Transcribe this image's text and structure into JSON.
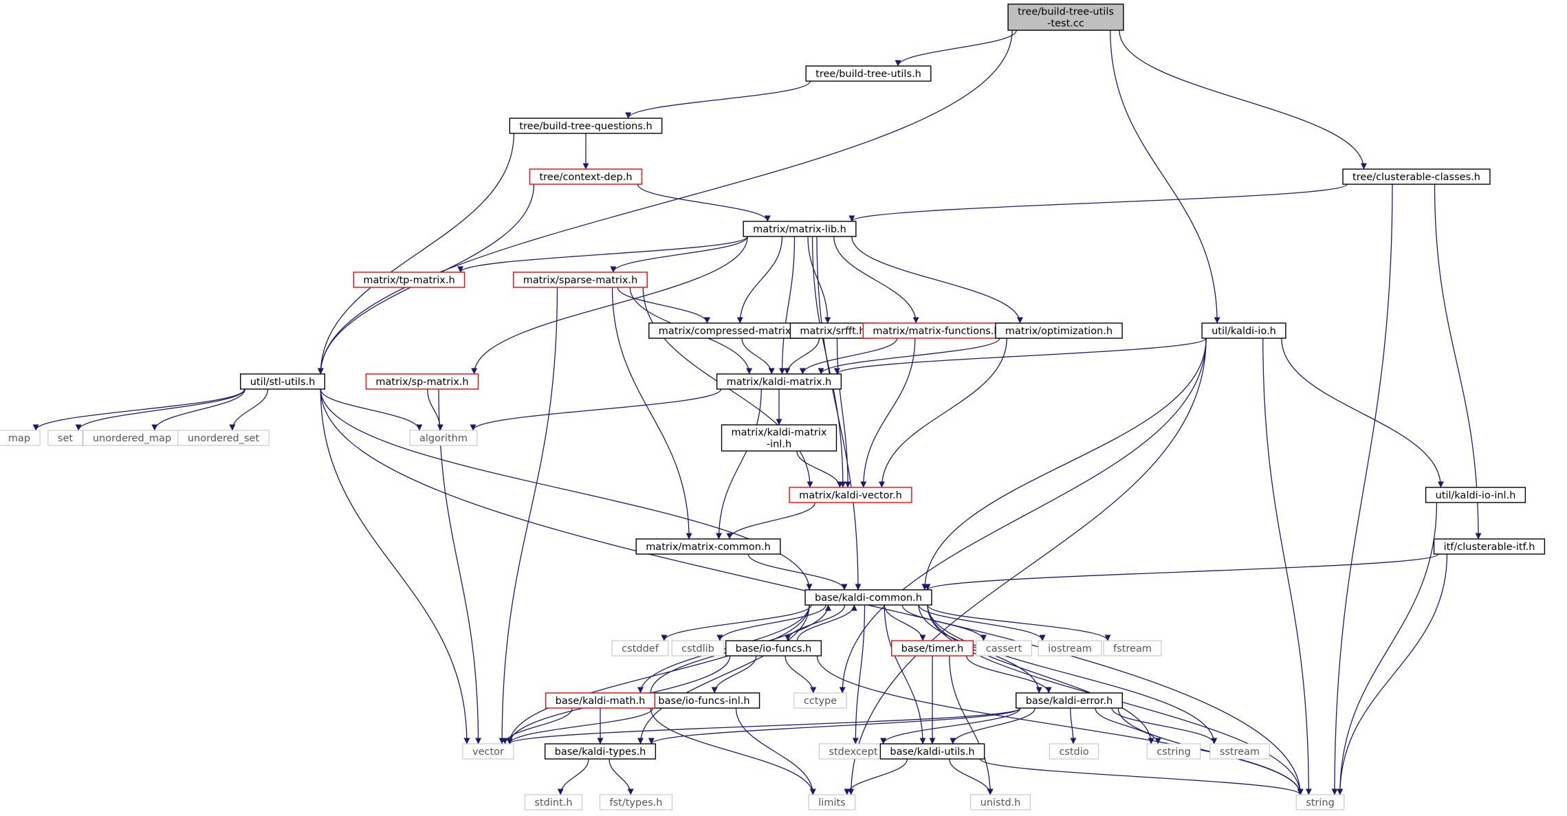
{
  "graph_title": "tree/build-tree-utils-test.cc",
  "colors": {
    "edge": "#191970",
    "node_border_normal": "#000000",
    "node_border_truncated": "#ff0000",
    "node_border_system": "#bfbfbf",
    "node_fill_root": "#bfbfbf",
    "node_fill": "#ffffff",
    "label_normal": "#000000",
    "label_system": "#555555"
  },
  "nodes": [
    {
      "id": "root",
      "lines": [
        "tree/build-tree-utils",
        "-test.cc"
      ],
      "kind": "root"
    },
    {
      "id": "build_tree_utils",
      "lines": [
        "tree/build-tree-utils.h"
      ],
      "kind": "normal"
    },
    {
      "id": "build_tree_questions",
      "lines": [
        "tree/build-tree-questions.h"
      ],
      "kind": "normal"
    },
    {
      "id": "context_dep",
      "lines": [
        "tree/context-dep.h"
      ],
      "kind": "truncated"
    },
    {
      "id": "clusterable_classes",
      "lines": [
        "tree/clusterable-classes.h"
      ],
      "kind": "normal"
    },
    {
      "id": "matrix_lib",
      "lines": [
        "matrix/matrix-lib.h"
      ],
      "kind": "normal"
    },
    {
      "id": "tp_matrix",
      "lines": [
        "matrix/tp-matrix.h"
      ],
      "kind": "truncated"
    },
    {
      "id": "sparse_matrix",
      "lines": [
        "matrix/sparse-matrix.h"
      ],
      "kind": "truncated"
    },
    {
      "id": "compressed_matrix",
      "lines": [
        "matrix/compressed-matrix.h"
      ],
      "kind": "normal"
    },
    {
      "id": "srfft",
      "lines": [
        "matrix/srfft.h"
      ],
      "kind": "normal"
    },
    {
      "id": "matrix_functions",
      "lines": [
        "matrix/matrix-functions.h"
      ],
      "kind": "truncated"
    },
    {
      "id": "optimization",
      "lines": [
        "matrix/optimization.h"
      ],
      "kind": "normal"
    },
    {
      "id": "kaldi_io",
      "lines": [
        "util/kaldi-io.h"
      ],
      "kind": "normal"
    },
    {
      "id": "stl_utils",
      "lines": [
        "util/stl-utils.h"
      ],
      "kind": "normal"
    },
    {
      "id": "sp_matrix",
      "lines": [
        "matrix/sp-matrix.h"
      ],
      "kind": "truncated"
    },
    {
      "id": "kaldi_matrix",
      "lines": [
        "matrix/kaldi-matrix.h"
      ],
      "kind": "normal"
    },
    {
      "id": "map",
      "lines": [
        "map"
      ],
      "kind": "system"
    },
    {
      "id": "set",
      "lines": [
        "set"
      ],
      "kind": "system"
    },
    {
      "id": "unordered_map",
      "lines": [
        "unordered_map"
      ],
      "kind": "system"
    },
    {
      "id": "unordered_set",
      "lines": [
        "unordered_set"
      ],
      "kind": "system"
    },
    {
      "id": "algorithm",
      "lines": [
        "algorithm"
      ],
      "kind": "system"
    },
    {
      "id": "kaldi_matrix_inl",
      "lines": [
        "matrix/kaldi-matrix",
        "-inl.h"
      ],
      "kind": "normal"
    },
    {
      "id": "kaldi_vector",
      "lines": [
        "matrix/kaldi-vector.h"
      ],
      "kind": "truncated"
    },
    {
      "id": "kaldi_io_inl",
      "lines": [
        "util/kaldi-io-inl.h"
      ],
      "kind": "normal"
    },
    {
      "id": "matrix_common",
      "lines": [
        "matrix/matrix-common.h"
      ],
      "kind": "normal"
    },
    {
      "id": "clusterable_itf",
      "lines": [
        "itf/clusterable-itf.h"
      ],
      "kind": "normal"
    },
    {
      "id": "kaldi_common",
      "lines": [
        "base/kaldi-common.h"
      ],
      "kind": "normal"
    },
    {
      "id": "cstddef",
      "lines": [
        "cstddef"
      ],
      "kind": "system"
    },
    {
      "id": "cstdlib",
      "lines": [
        "cstdlib"
      ],
      "kind": "system"
    },
    {
      "id": "io_funcs",
      "lines": [
        "base/io-funcs.h"
      ],
      "kind": "normal"
    },
    {
      "id": "timer",
      "lines": [
        "base/timer.h"
      ],
      "kind": "truncated"
    },
    {
      "id": "cassert",
      "lines": [
        "cassert"
      ],
      "kind": "system"
    },
    {
      "id": "iostream",
      "lines": [
        "iostream"
      ],
      "kind": "system"
    },
    {
      "id": "fstream",
      "lines": [
        "fstream"
      ],
      "kind": "system"
    },
    {
      "id": "cctype",
      "lines": [
        "cctype"
      ],
      "kind": "system"
    },
    {
      "id": "io_funcs_inl",
      "lines": [
        "base/io-funcs-inl.h"
      ],
      "kind": "normal"
    },
    {
      "id": "kaldi_math",
      "lines": [
        "base/kaldi-math.h"
      ],
      "kind": "truncated"
    },
    {
      "id": "kaldi_error",
      "lines": [
        "base/kaldi-error.h"
      ],
      "kind": "normal"
    },
    {
      "id": "vector",
      "lines": [
        "vector"
      ],
      "kind": "system"
    },
    {
      "id": "kaldi_types",
      "lines": [
        "base/kaldi-types.h"
      ],
      "kind": "normal"
    },
    {
      "id": "stdexcept",
      "lines": [
        "stdexcept"
      ],
      "kind": "system"
    },
    {
      "id": "kaldi_utils",
      "lines": [
        "base/kaldi-utils.h"
      ],
      "kind": "normal"
    },
    {
      "id": "cstdio",
      "lines": [
        "cstdio"
      ],
      "kind": "system"
    },
    {
      "id": "cstring",
      "lines": [
        "cstring"
      ],
      "kind": "system"
    },
    {
      "id": "sstream",
      "lines": [
        "sstream"
      ],
      "kind": "system"
    },
    {
      "id": "stdint",
      "lines": [
        "stdint.h"
      ],
      "kind": "system"
    },
    {
      "id": "fst_types",
      "lines": [
        "fst/types.h"
      ],
      "kind": "system"
    },
    {
      "id": "limits",
      "lines": [
        "limits"
      ],
      "kind": "system"
    },
    {
      "id": "unistd",
      "lines": [
        "unistd.h"
      ],
      "kind": "system"
    },
    {
      "id": "string",
      "lines": [
        "string"
      ],
      "kind": "system"
    }
  ],
  "edges": [
    [
      "root",
      "build_tree_utils"
    ],
    [
      "root",
      "stl_utils"
    ],
    [
      "root",
      "kaldi_io"
    ],
    [
      "root",
      "clusterable_classes"
    ],
    [
      "build_tree_utils",
      "build_tree_questions"
    ],
    [
      "build_tree_questions",
      "context_dep"
    ],
    [
      "build_tree_questions",
      "stl_utils"
    ],
    [
      "context_dep",
      "matrix_lib"
    ],
    [
      "context_dep",
      "stl_utils"
    ],
    [
      "clusterable_classes",
      "matrix_lib"
    ],
    [
      "clusterable_classes",
      "clusterable_itf"
    ],
    [
      "clusterable_classes",
      "string"
    ],
    [
      "matrix_lib",
      "tp_matrix"
    ],
    [
      "matrix_lib",
      "sparse_matrix"
    ],
    [
      "matrix_lib",
      "sp_matrix"
    ],
    [
      "matrix_lib",
      "compressed_matrix"
    ],
    [
      "matrix_lib",
      "kaldi_matrix"
    ],
    [
      "matrix_lib",
      "srfft"
    ],
    [
      "matrix_lib",
      "matrix_functions"
    ],
    [
      "matrix_lib",
      "optimization"
    ],
    [
      "matrix_lib",
      "kaldi_vector"
    ],
    [
      "matrix_lib",
      "kaldi_common"
    ],
    [
      "sparse_matrix",
      "compressed_matrix"
    ],
    [
      "sparse_matrix",
      "kaldi_matrix"
    ],
    [
      "sparse_matrix",
      "kaldi_vector"
    ],
    [
      "sparse_matrix",
      "matrix_common"
    ],
    [
      "sparse_matrix",
      "vector"
    ],
    [
      "compressed_matrix",
      "kaldi_matrix"
    ],
    [
      "srfft",
      "kaldi_matrix"
    ],
    [
      "srfft",
      "kaldi_vector"
    ],
    [
      "matrix_functions",
      "kaldi_matrix"
    ],
    [
      "matrix_functions",
      "kaldi_vector"
    ],
    [
      "optimization",
      "kaldi_matrix"
    ],
    [
      "optimization",
      "kaldi_vector"
    ],
    [
      "kaldi_io",
      "kaldi_matrix"
    ],
    [
      "kaldi_io",
      "kaldi_io_inl"
    ],
    [
      "kaldi_io",
      "kaldi_common"
    ],
    [
      "kaldi_io",
      "cctype"
    ],
    [
      "kaldi_io",
      "limits"
    ],
    [
      "kaldi_io",
      "string"
    ],
    [
      "kaldi_io_inl",
      "string"
    ],
    [
      "stl_utils",
      "map"
    ],
    [
      "stl_utils",
      "set"
    ],
    [
      "stl_utils",
      "unordered_map"
    ],
    [
      "stl_utils",
      "unordered_set"
    ],
    [
      "stl_utils",
      "algorithm"
    ],
    [
      "stl_utils",
      "vector"
    ],
    [
      "stl_utils",
      "string"
    ],
    [
      "stl_utils",
      "kaldi_common"
    ],
    [
      "sp_matrix",
      "algorithm"
    ],
    [
      "sp_matrix",
      "vector"
    ],
    [
      "kaldi_matrix",
      "algorithm"
    ],
    [
      "kaldi_matrix",
      "kaldi_matrix_inl"
    ],
    [
      "kaldi_matrix",
      "matrix_common"
    ],
    [
      "kaldi_matrix_inl",
      "kaldi_vector"
    ],
    [
      "kaldi_vector",
      "matrix_common"
    ],
    [
      "matrix_common",
      "kaldi_common"
    ],
    [
      "clusterable_itf",
      "kaldi_common"
    ],
    [
      "clusterable_itf",
      "string"
    ],
    [
      "kaldi_common",
      "cstddef"
    ],
    [
      "kaldi_common",
      "cstdlib"
    ],
    [
      "kaldi_common",
      "io_funcs"
    ],
    [
      "kaldi_common",
      "timer"
    ],
    [
      "kaldi_common",
      "cassert"
    ],
    [
      "kaldi_common",
      "iostream"
    ],
    [
      "kaldi_common",
      "fstream"
    ],
    [
      "kaldi_common",
      "kaldi_math"
    ],
    [
      "kaldi_common",
      "kaldi_error"
    ],
    [
      "kaldi_common",
      "vector"
    ],
    [
      "kaldi_common",
      "kaldi_types"
    ],
    [
      "kaldi_common",
      "stdexcept"
    ],
    [
      "kaldi_common",
      "kaldi_utils"
    ],
    [
      "kaldi_common",
      "cstring"
    ],
    [
      "kaldi_common",
      "sstream"
    ],
    [
      "kaldi_common",
      "string"
    ],
    [
      "io_funcs",
      "kaldi_common"
    ],
    [
      "io_funcs",
      "cctype"
    ],
    [
      "io_funcs",
      "io_funcs_inl"
    ],
    [
      "io_funcs",
      "vector"
    ],
    [
      "io_funcs",
      "string"
    ],
    [
      "io_funcs_inl",
      "vector"
    ],
    [
      "io_funcs_inl",
      "limits"
    ],
    [
      "kaldi_math",
      "kaldi_common"
    ],
    [
      "kaldi_math",
      "vector"
    ],
    [
      "kaldi_math",
      "kaldi_types"
    ],
    [
      "kaldi_math",
      "limits"
    ],
    [
      "timer",
      "kaldi_error"
    ],
    [
      "timer",
      "kaldi_utils"
    ],
    [
      "timer",
      "unistd"
    ],
    [
      "kaldi_error",
      "vector"
    ],
    [
      "kaldi_error",
      "kaldi_types"
    ],
    [
      "kaldi_error",
      "stdexcept"
    ],
    [
      "kaldi_error",
      "kaldi_utils"
    ],
    [
      "kaldi_error",
      "cstdio"
    ],
    [
      "kaldi_error",
      "cstring"
    ],
    [
      "kaldi_error",
      "sstream"
    ],
    [
      "kaldi_error",
      "string"
    ],
    [
      "kaldi_types",
      "stdint"
    ],
    [
      "kaldi_types",
      "fst_types"
    ],
    [
      "kaldi_utils",
      "limits"
    ],
    [
      "kaldi_utils",
      "unistd"
    ],
    [
      "kaldi_utils",
      "string"
    ]
  ]
}
